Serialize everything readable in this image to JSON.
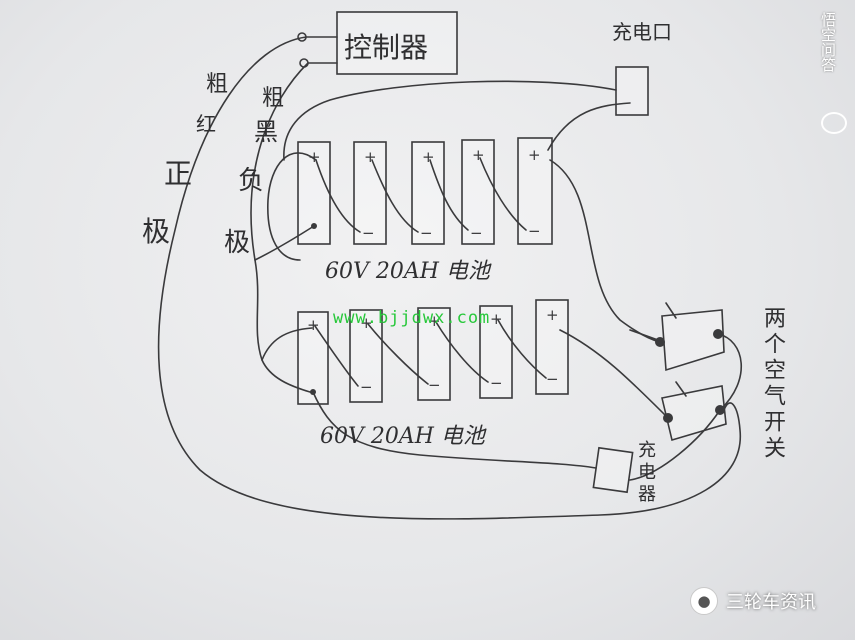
{
  "labels": {
    "controller": "控制器",
    "charging_port": "充电口",
    "thick_red_a": "粗",
    "thick_red_b": "红",
    "thick_black_a": "粗",
    "thick_black_b": "黑",
    "positive_a": "正",
    "positive_b": "极",
    "negative_a": "负",
    "negative_b": "极",
    "battery_top": "60V 20AH 电池",
    "battery_bottom": "60V 20AH 电池",
    "two_air_switches": "两个空气开关",
    "fuse_holder": "充电器"
  },
  "symbols": {
    "plus": "+",
    "minus": "−"
  },
  "watermark": "www.bjjdwx.com",
  "platform_tag": "悟空问答",
  "footer": {
    "icon": "wechat-icon",
    "source": "三轮车资讯"
  },
  "colors": {
    "ink": "#3a3a3c",
    "watermark": "#27c83a",
    "paper": "#e9eaec"
  }
}
